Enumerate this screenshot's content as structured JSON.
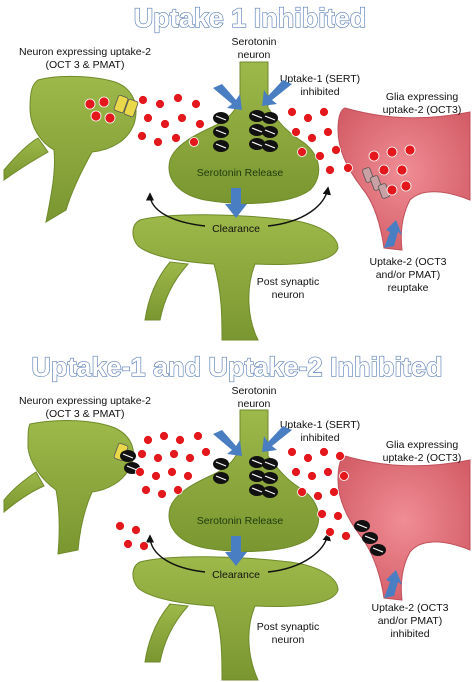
{
  "panels": [
    {
      "title": "Uptake 1 Inhibited",
      "labels": {
        "neuron_uptake2": [
          "Neuron expressing uptake-2",
          "(OCT 3 & PMAT)"
        ],
        "serotonin_neuron": [
          "Serotonin",
          "neuron"
        ],
        "sert": [
          "Uptake-1 (SERT)",
          "inhibited"
        ],
        "glia": [
          "Glia expressing",
          "uptake-2 (OCT3)"
        ],
        "release": "Serotonin Release",
        "clearance": "Clearance",
        "post": [
          "Post synaptic",
          "neuron"
        ],
        "uptake2": [
          "Uptake-2 (OCT3",
          "and/or PMAT)",
          "reuptake"
        ]
      },
      "uptake2_inhibited": false
    },
    {
      "title": "Uptake-1 and Uptake-2 Inhibited",
      "labels": {
        "neuron_uptake2": [
          "Neuron expressing uptake-2",
          "(OCT 3 & PMAT)"
        ],
        "serotonin_neuron": [
          "Serotonin",
          "neuron"
        ],
        "sert": [
          "Uptake-1 (SERT)",
          "inhibited"
        ],
        "glia": [
          "Glia expressing",
          "uptake-2 (OCT3)"
        ],
        "release": "Serotonin Release",
        "clearance": "Clearance",
        "post": [
          "Post synaptic",
          "neuron"
        ],
        "uptake2": [
          "Uptake-2 (OCT3",
          "and/or PMAT)",
          "inhibited"
        ]
      },
      "uptake2_inhibited": true
    }
  ],
  "colors": {
    "neuron_green": "#8aa73a",
    "neuron_dark": "#5f7a22",
    "glia_red": "#e0707a",
    "glia_dark": "#b8454f",
    "serotonin_dot": "#e3171c",
    "arrow_blue": "#4a7ec2",
    "title_outline": "#5b7fb6",
    "transporter_yellow": "#e8d84a",
    "blocker_black": "#111111"
  },
  "icons": [
    "blue-arrow-icon",
    "inhibitor-icon",
    "transporter-icon",
    "serotonin-dot-icon"
  ]
}
